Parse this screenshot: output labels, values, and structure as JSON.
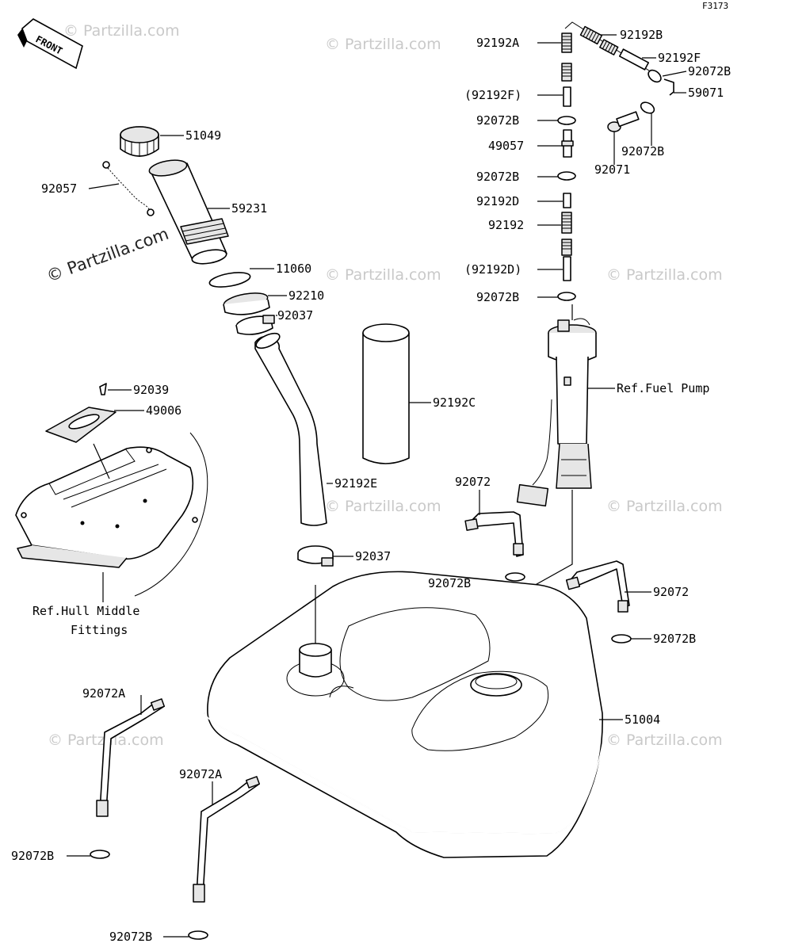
{
  "figure_code": "F3173",
  "front_label": "FRONT",
  "watermark": "© Partzilla.com",
  "callouts": {
    "p92192A": "92192A",
    "p92192B": "92192B",
    "p92192F": "92192F",
    "p92072B_top": "92072B",
    "p59071": "59071",
    "p92192F_paren": "(92192F)",
    "p92072B_l1": "92072B",
    "p49057": "49057",
    "p92072B_mid": "92072B",
    "p92071": "92071",
    "p92072B_l2": "92072B",
    "p92192D": "92192D",
    "p92192": "92192",
    "p92192D_paren": "(92192D)",
    "p92072B_l3": "92072B",
    "p51049": "51049",
    "p92057": "92057",
    "p59231": "59231",
    "p11060": "11060",
    "p92210": "92210",
    "p92037_top": "92037",
    "p92039": "92039",
    "p49006": "49006",
    "p92192C": "92192C",
    "p92192E": "92192E",
    "p92037_bot": "92037",
    "ref_fuel_pump": "Ref.Fuel Pump",
    "p92072_upper": "92072",
    "p92072B_c1": "92072B",
    "p92072_right": "92072",
    "p92072B_c2": "92072B",
    "ref_hull_1": "Ref.Hull Middle",
    "ref_hull_2": "Fittings",
    "p92072A_1": "92072A",
    "p51004": "51004",
    "p92072A_2": "92072A",
    "p92072B_b1": "92072B",
    "p92072B_b2": "92072B"
  }
}
